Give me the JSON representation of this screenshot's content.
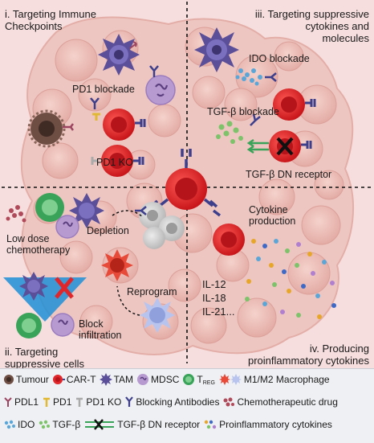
{
  "quadrants": {
    "q1": "i. Targeting Immune\nCheckpoints",
    "q2": "ii. Targeting\nsuppressive cells",
    "q3": "iii. Targeting suppressive\ncytokines and\nmolecules",
    "q4": "iv. Producing\nproinflammatory cytokines"
  },
  "labels": {
    "pd1_blockade": "PD1 blockade",
    "pd1_ko": "PD1 KO",
    "ido_blockade": "IDO blockade",
    "tgfb_blockade": "TGF-β blockade",
    "tgfb_dn": "TGF-β DN receptor",
    "cytokine_production": "Cytokine\nproduction",
    "low_dose": "Low dose\nchemotherapy",
    "depletion": "Depletion",
    "reprogram": "Reprogram",
    "block_infiltration": "Block\ninfiltration",
    "interleukins": "IL-12\nIL-18\nIL-21..."
  },
  "legend": {
    "row1": [
      "Tumour",
      "CAR-T",
      "TAM",
      "MDSC",
      "T",
      "M1/M2 Macrophage"
    ],
    "treg_sub": "REG",
    "row2": [
      "PDL1",
      "PD1",
      "PD1 KO",
      "Blocking Antibodies",
      "Chemotherapeutic drug"
    ],
    "row3": [
      "IDO",
      "TGF-β",
      "TGF-β DN receptor",
      "Proinflammatory cytokines"
    ]
  },
  "colors": {
    "tumour_bg": "#f2cfcc",
    "tumour_cell": "#eab7b1",
    "car_t": "#e0262b",
    "tam": "#5b4f9a",
    "mdsc": "#b79ad0",
    "treg": "#3aa35a",
    "macrophage": "#e84a3a",
    "pdl1": "#9b4560",
    "pd1": "#e0b834",
    "antibody": "#3d3f8c",
    "ido": "#5aa6d8",
    "tgfb": "#7cc36a"
  },
  "icons": [
    "tumour-icon",
    "car-t-icon",
    "tam-icon",
    "mdsc-icon",
    "treg-icon",
    "macrophage-icon",
    "pdl1-icon",
    "pd1-icon",
    "pd1-ko-icon",
    "antibody-icon",
    "chemo-drug-icon",
    "ido-icon",
    "tgfb-icon",
    "dn-receptor-icon",
    "cytokines-icon"
  ]
}
